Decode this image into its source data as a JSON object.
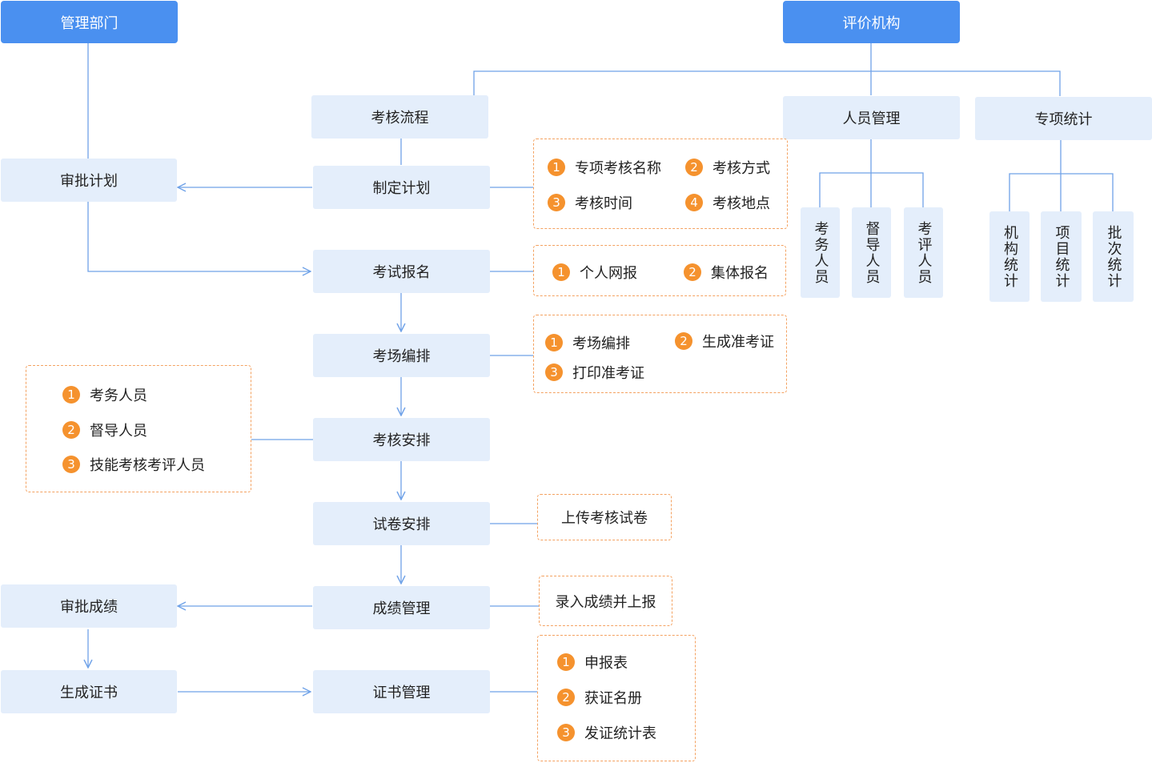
{
  "colors": {
    "primary": "#4a90f0",
    "light_box": "#e4eefb",
    "line": "#6fa2e8",
    "dashed_border": "#f4a261",
    "badge": "#f5922e"
  },
  "management": {
    "title": "管理部门",
    "approve_plan": "审批计划",
    "approve_scores": "审批成绩",
    "generate_certificate": "生成证书"
  },
  "evaluation": {
    "title": "评价机构",
    "personnel_management": "人员管理",
    "special_statistics": "专项统计",
    "personnel": [
      "考务人员",
      "督导人员",
      "考评人员"
    ],
    "statistics": [
      "机构统计",
      "项目统计",
      "批次统计"
    ]
  },
  "process": {
    "title": "考核流程",
    "steps": [
      "制定计划",
      "考试报名",
      "考场编排",
      "考核安排",
      "试卷安排",
      "成绩管理",
      "证书管理"
    ]
  },
  "details": {
    "plan": [
      {
        "num": "1",
        "text": "专项考核名称"
      },
      {
        "num": "2",
        "text": "考核方式"
      },
      {
        "num": "3",
        "text": "考核时间"
      },
      {
        "num": "4",
        "text": "考核地点"
      }
    ],
    "registration": [
      {
        "num": "1",
        "text": "个人网报"
      },
      {
        "num": "2",
        "text": "集体报名"
      }
    ],
    "venue": [
      {
        "num": "1",
        "text": "考场编排"
      },
      {
        "num": "2",
        "text": "生成准考证"
      },
      {
        "num": "3",
        "text": "打印准考证"
      }
    ],
    "arrangement": [
      {
        "num": "1",
        "text": "考务人员"
      },
      {
        "num": "2",
        "text": "督导人员"
      },
      {
        "num": "3",
        "text": "技能考核考评人员"
      }
    ],
    "paper": "上传考核试卷",
    "scores": "录入成绩并上报",
    "certificate": [
      {
        "num": "1",
        "text": "申报表"
      },
      {
        "num": "2",
        "text": "获证名册"
      },
      {
        "num": "3",
        "text": "发证统计表"
      }
    ]
  }
}
